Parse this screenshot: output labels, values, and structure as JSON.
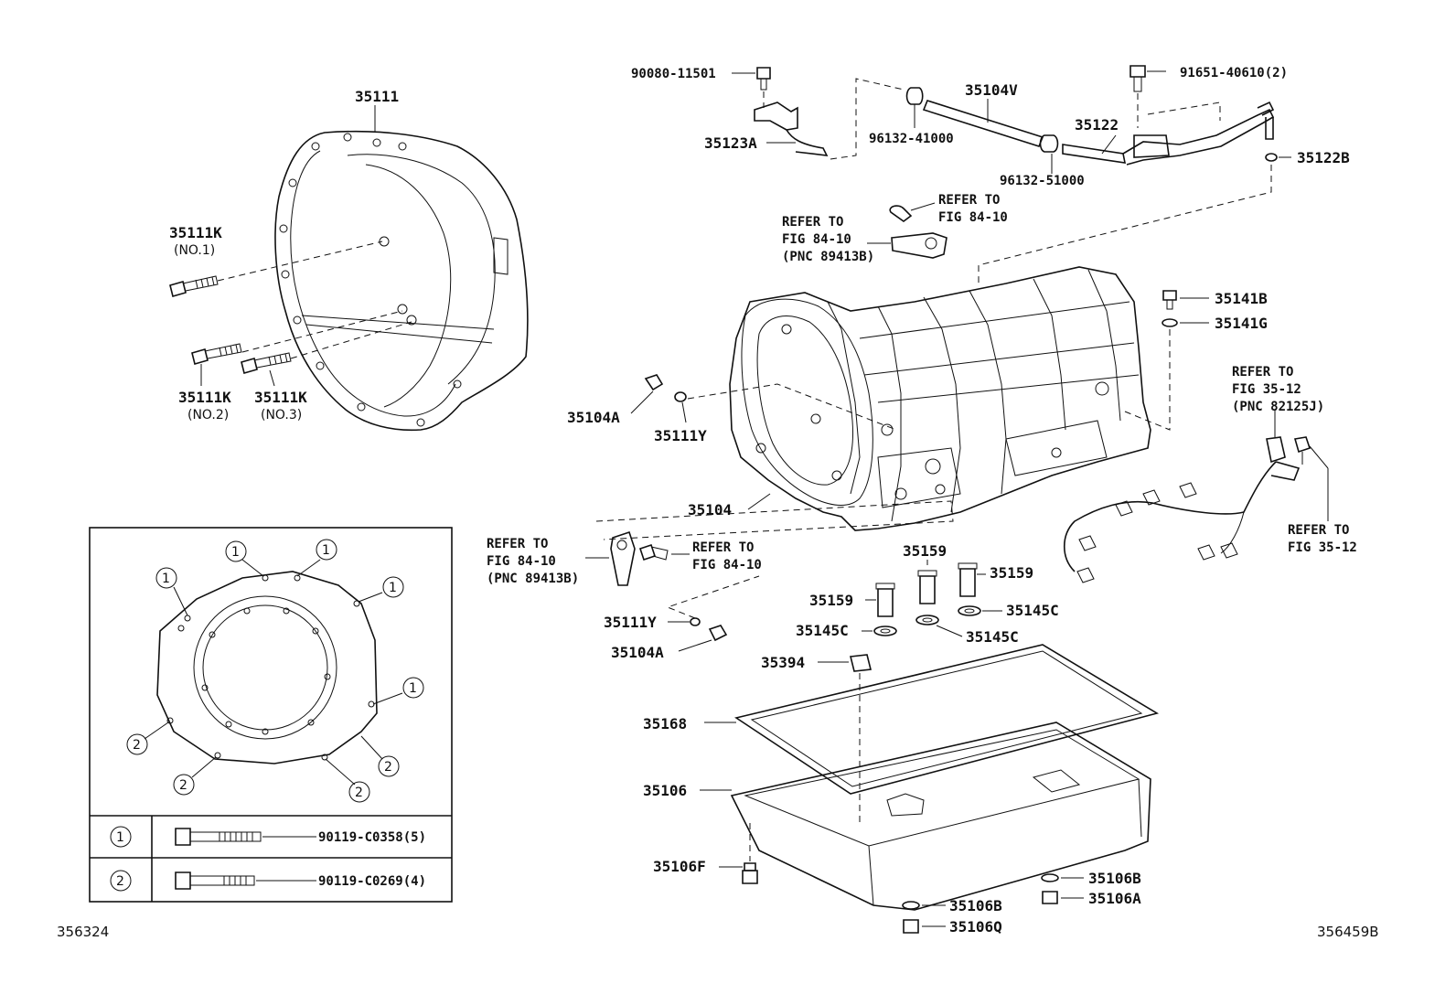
{
  "labels": {
    "p35111": "35111",
    "p35111k_1": "35111K",
    "p35111k_1_sub": "(NO.1)",
    "p35111k_2": "35111K",
    "p35111k_2_sub": "(NO.2)",
    "p35111k_3": "35111K",
    "p35111k_3_sub": "(NO.3)",
    "p90080": "90080-11501",
    "p35123a": "35123A",
    "p96132_41": "96132-41000",
    "p35104v": "35104V",
    "p35122": "35122",
    "p96132_51": "96132-51000",
    "p91651": "91651-40610(2)",
    "p35122b": "35122B",
    "p35141b": "35141B",
    "p35141g": "35141G",
    "p35104a_1": "35104A",
    "p35111y_1": "35111Y",
    "p35104": "35104",
    "p35111y_2": "35111Y",
    "p35104a_2": "35104A",
    "p35159_a": "35159",
    "p35159_b": "35159",
    "p35159_c": "35159",
    "p35145c_a": "35145C",
    "p35145c_b": "35145C",
    "p35145c_c": "35145C",
    "p35394": "35394",
    "p35168": "35168",
    "p35106": "35106",
    "p35106f": "35106F",
    "p35106b_1": "35106B",
    "p35106a": "35106A",
    "p35106b_2": "35106B",
    "p35106q": "35106Q"
  },
  "refs": {
    "ref_top_right": [
      "REFER TO",
      "FIG 84-10"
    ],
    "ref_top_left": [
      "REFER TO",
      "FIG 84-10",
      "(PNC 89413B)"
    ],
    "ref_bottom_left": [
      "REFER TO",
      "FIG 84-10",
      "(PNC 89413B)"
    ],
    "ref_bottom_right": [
      "REFER TO",
      "FIG 84-10"
    ],
    "ref_sensor": [
      "REFER TO",
      "FIG 35-12",
      "(PNC 82125J)"
    ],
    "ref_harness": [
      "REFER TO",
      "FIG 35-12"
    ]
  },
  "inset": {
    "circle_1": "1",
    "circle_2": "2",
    "legend": [
      {
        "num": "1",
        "part": "90119-C0358(5)"
      },
      {
        "num": "2",
        "part": "90119-C0269(4)"
      }
    ]
  },
  "corner": {
    "left_id": "356324",
    "right_id": "356459B"
  }
}
